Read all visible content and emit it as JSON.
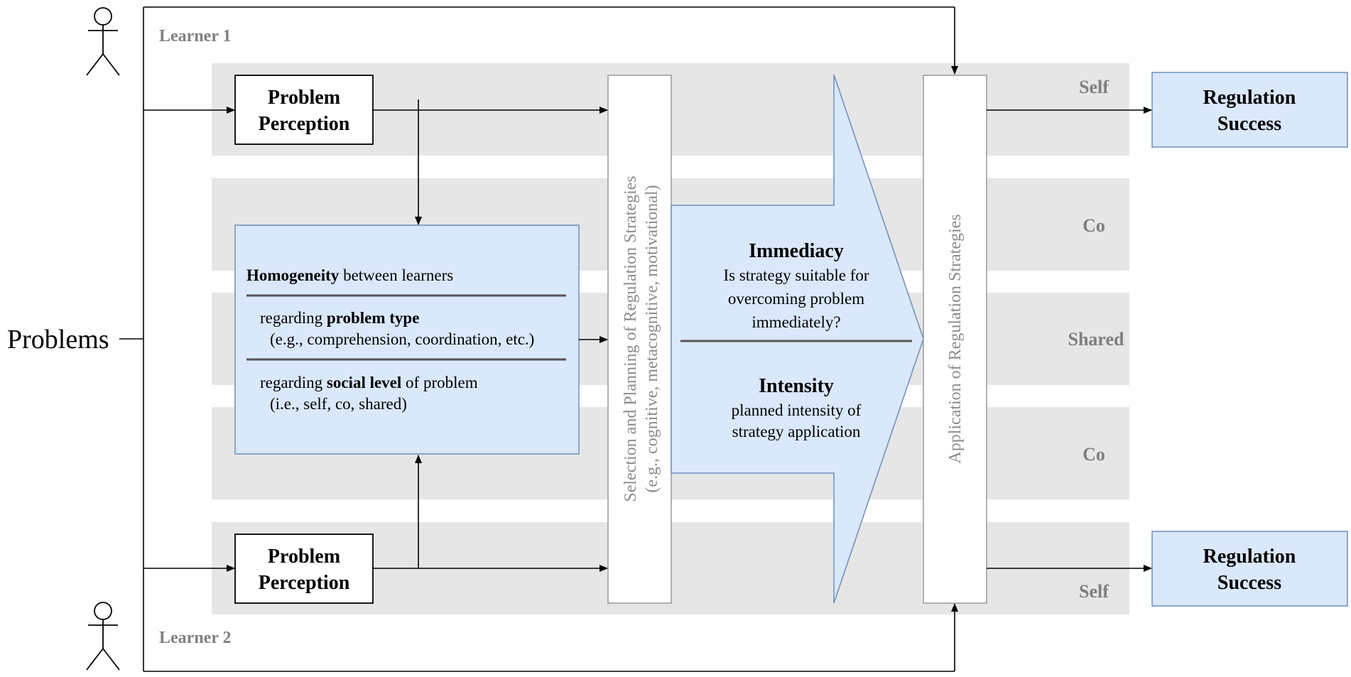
{
  "problems_label": "Problems",
  "learners": {
    "learner1": "Learner 1",
    "learner2": "Learner 2"
  },
  "lanes": [
    "Self",
    "Co",
    "Shared",
    "Co",
    "Self"
  ],
  "problem_perception": {
    "top": [
      "Problem",
      "Perception"
    ],
    "bottom": [
      "Problem",
      "Perception"
    ]
  },
  "homogeneity": {
    "title_bold": "Homogeneity",
    "title_rest": " between learners",
    "type_prefix": "regarding ",
    "type_bold": "problem type",
    "type_example": "(e.g., comprehension, coordination, etc.)",
    "social_prefix": "regarding ",
    "social_bold": "social level",
    "social_suffix": " of problem",
    "social_example": "(i.e., self, co, shared)"
  },
  "selection_planning": {
    "line1": "Selection and Planning of Regulation Strategies",
    "line2": "(e.g., cognitive, metacognitive, motivational)"
  },
  "arrow": {
    "immediacy_title": "Immediacy",
    "immediacy_lines": [
      "Is strategy suitable for",
      "overcoming problem",
      "immediately?"
    ],
    "intensity_title": "Intensity",
    "intensity_lines": [
      "planned intensity of",
      "strategy application"
    ]
  },
  "application_label": "Application of Regulation Strategies",
  "regulation_success": {
    "top": [
      "Regulation",
      "Success"
    ],
    "bottom": [
      "Regulation",
      "Success"
    ]
  },
  "colors": {
    "lane_fill": "#e6e6e6",
    "blue_fill": "#dae8fc",
    "blue_stroke": "#6c8ebf",
    "gray_text": "#808080"
  }
}
